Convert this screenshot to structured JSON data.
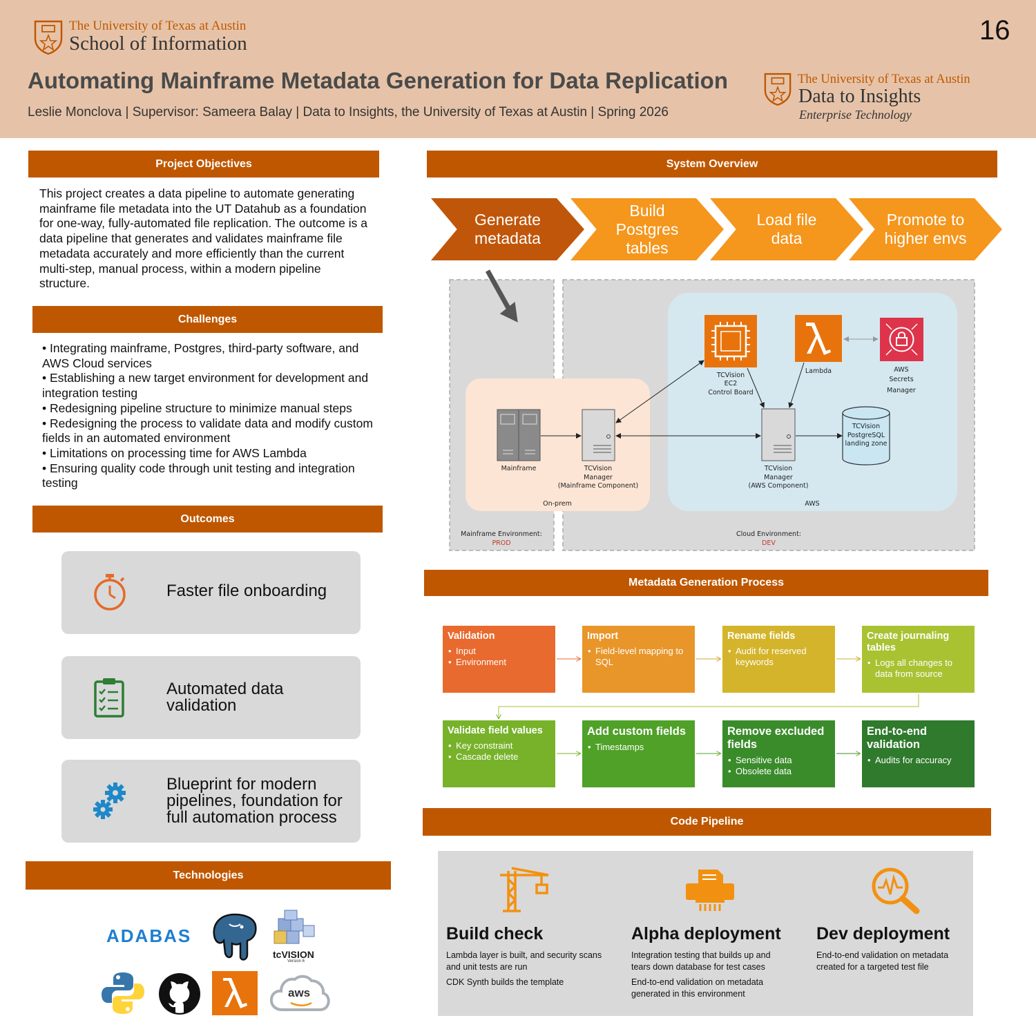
{
  "header": {
    "ut_school": {
      "university": "The University of Texas at Austin",
      "unit": "School of Information"
    },
    "ut_d2i": {
      "university": "The University of Texas at Austin",
      "unit": "Data to Insights",
      "subunit": "Enterprise Technology"
    },
    "title": "Automating Mainframe Metadata Generation for Data Replication",
    "authors": "Leslie Monclova | Supervisor: Sameera Balay | Data to Insights, the University of Texas at Austin | Spring 2026",
    "poster_number": "16"
  },
  "objectives": {
    "heading": "Project Objectives",
    "text": "This project creates a data pipeline to automate generating mainframe file metadata into the UT Datahub as a foundation for one-way, fully-automated file replication. The outcome is a data pipeline that generates and validates mainframe file metadata accurately and more efficiently than the current multi-step, manual process, within a modern pipeline structure."
  },
  "challenges": {
    "heading": "Challenges",
    "items": [
      "• Integrating mainframe, Postgres, third-party software, and AWS Cloud services",
      "• Establishing a new target environment for development and integration testing",
      "• Redesigning pipeline structure to minimize manual steps",
      "• Redesigning the process to validate data and modify custom fields in an automated environment",
      "• Limitations on processing time for AWS Lambda",
      "• Ensuring quality code through unit testing and integration testing"
    ]
  },
  "outcomes": {
    "heading": "Outcomes",
    "items": [
      {
        "label": "Faster file onboarding",
        "icon": "stopwatch-icon"
      },
      {
        "label": "Automated data validation",
        "icon": "clipboard-checklist-icon"
      },
      {
        "label": "Blueprint for modern pipelines, foundation for full automation process",
        "icon": "gears-icon"
      }
    ]
  },
  "technologies": {
    "heading": "Technologies",
    "logos": {
      "adabas": "ADABAS",
      "tcvision": "tcVISION",
      "tcvision_version": "Version 6",
      "aws": "aws"
    }
  },
  "system_overview": {
    "heading": "System Overview",
    "steps": [
      "Generate metadata",
      "Build Postgres tables",
      "Load file data",
      "Promote to higher envs"
    ],
    "diagram": {
      "mainframe": "Mainframe",
      "tcv_mf": [
        "TCVision",
        "Manager",
        "(Mainframe Component)"
      ],
      "onprem": "On-prem",
      "ec2": [
        "TCVision",
        "EC2",
        "Control Board"
      ],
      "lambda": "Lambda",
      "secrets": [
        "AWS",
        "Secrets",
        "Manager"
      ],
      "tcv_aws": [
        "TCVision",
        "Manager",
        "(AWS Component)"
      ],
      "pg": [
        "TCVision",
        "PostgreSQL",
        "landing zone"
      ],
      "aws": "AWS",
      "mf_env": "Mainframe Environment:",
      "mf_env_val": "PROD",
      "cloud_env": "Cloud Environment:",
      "cloud_env_val": "DEV"
    }
  },
  "metadata_process": {
    "heading": "Metadata Generation Process",
    "steps": [
      {
        "title": "Validation",
        "items": [
          "Input",
          "Environment"
        ],
        "color": "#e86a2e"
      },
      {
        "title": "Import",
        "items": [
          "Field-level mapping to SQL"
        ],
        "color": "#e8962a"
      },
      {
        "title": "Rename fields",
        "items": [
          "Audit for reserved keywords"
        ],
        "color": "#d4b42a"
      },
      {
        "title": "Create journaling tables",
        "items": [
          "Logs all changes to data from source"
        ],
        "color": "#a8c232"
      },
      {
        "title": "Validate field values",
        "items": [
          "Key constraint",
          "Cascade delete"
        ],
        "color": "#77b22a"
      },
      {
        "title": "Add custom fields",
        "items": [
          "Timestamps"
        ],
        "color": "#4fa128"
      },
      {
        "title": "Remove excluded fields",
        "items": [
          "Sensitive data",
          "Obsolete data"
        ],
        "color": "#3a8c2b"
      },
      {
        "title": "End-to-end validation",
        "items": [
          "Audits for accuracy"
        ],
        "color": "#2f7a2c"
      }
    ]
  },
  "code_pipeline": {
    "heading": "Code Pipeline",
    "stages": [
      {
        "title": "Build check",
        "lines": [
          "Lambda layer is built, and security scans and unit tests are run",
          "CDK Synth builds the template"
        ]
      },
      {
        "title": "Alpha deployment",
        "lines": [
          "Integration testing that builds up and tears down database for test cases",
          "End-to-end validation on metadata generated in this environment"
        ]
      },
      {
        "title": "Dev deployment",
        "lines": [
          "End-to-end validation on metadata created for a targeted test file"
        ]
      }
    ]
  },
  "colors": {
    "ut_orange": "#bf5700",
    "header_bg": "#e6c3a8",
    "chevron_dark": "#c0560a",
    "chevron_light": "#f5961d"
  }
}
